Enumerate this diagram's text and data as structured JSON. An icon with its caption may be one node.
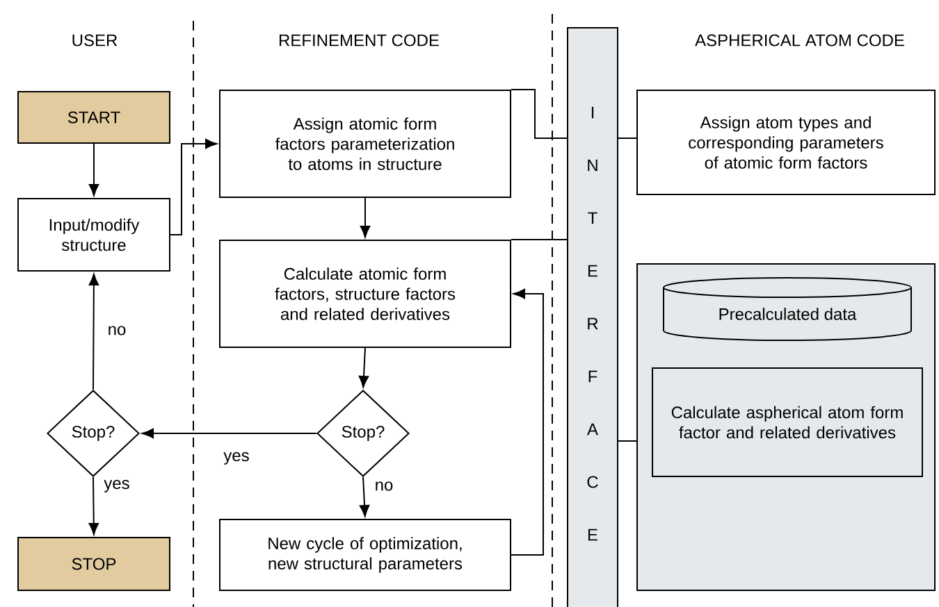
{
  "diagram": {
    "nodes": [
      {
        "text": [
          "START"
        ]
      },
      {
        "text": [
          "Input/modify structure"
        ]
      },
      {
        "text": [
          "Stop?"
        ]
      },
      {
        "text": [
          "STOP"
        ]
      },
      {
        "text": [
          "Assign atomic form factors parameterization to atoms in structure"
        ]
      },
      {
        "text": [
          "Calculate atomic form factors, structure factors and related derivatives"
        ]
      },
      {
        "text": [
          "Stop?"
        ]
      },
      {
        "text": [
          "New cycle of optimization, new structural parameters"
        ]
      },
      {
        "text": [
          "I N T E R F A C E"
        ]
      },
      {
        "text": [
          "Assign atom types and corresponding parameters of atomic form factors"
        ]
      },
      {
        "text": [],
        "shape": "box"
      },
      {
        "text": [
          "Precalculated data"
        ],
        "in": 10
      },
      {
        "text": [
          "Calculate aspherical atom form factor and related derivatives"
        ],
        "in": 10
      }
    ],
    "edges": [
      {
        "from": 0,
        "to": 1,
        "arrow": "to"
      },
      {
        "from": 2,
        "to": 1,
        "arrow": "to",
        "label": "no"
      },
      {
        "from": 2,
        "to": 3,
        "arrow": "to",
        "label": "yes"
      },
      {
        "from": 1,
        "to": 4,
        "arrow": "to"
      },
      {
        "from": 4,
        "to": 5,
        "arrow": "to"
      },
      {
        "from": 5,
        "to": 6,
        "arrow": "to"
      },
      {
        "from": 6,
        "to": 2,
        "arrow": "to",
        "label": "yes"
      },
      {
        "from": 6,
        "to": 7,
        "arrow": "to",
        "label": "no"
      },
      {
        "from": 7,
        "to": 5,
        "arrow": "to"
      },
      {
        "from": 4,
        "to": 8,
        "arrow": "none"
      },
      {
        "from": 8,
        "to": 9,
        "arrow": "none"
      },
      {
        "from": 5,
        "to": 8,
        "arrow": "none"
      },
      {
        "from": 8,
        "to": 10,
        "arrow": "none"
      }
    ],
    "labels": [
      "USER",
      "REFINEMENT CODE",
      "ASPHERICAL ATOM CODE"
    ]
  }
}
